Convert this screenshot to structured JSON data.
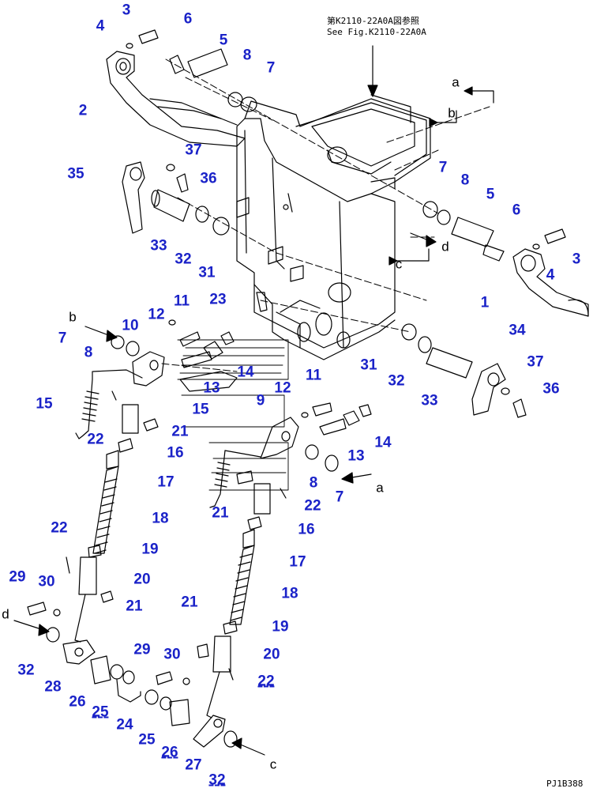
{
  "reference_note": {
    "line1": "第K2110-22A0A図参照",
    "line2": "See Fig.K2110-22A0A"
  },
  "drawing_code": "PJ1B388",
  "callouts": [
    {
      "id": "c1",
      "text": "3"
    },
    {
      "id": "c2",
      "text": "4"
    },
    {
      "id": "c3",
      "text": "6"
    },
    {
      "id": "c4",
      "text": "5"
    },
    {
      "id": "c5",
      "text": "8"
    },
    {
      "id": "c6",
      "text": "7"
    },
    {
      "id": "c7",
      "text": "2"
    },
    {
      "id": "c8",
      "text": "37"
    },
    {
      "id": "c9",
      "text": "35"
    },
    {
      "id": "c10",
      "text": "36"
    },
    {
      "id": "c11",
      "text": "7"
    },
    {
      "id": "c12",
      "text": "8"
    },
    {
      "id": "c13",
      "text": "5"
    },
    {
      "id": "c14",
      "text": "6"
    },
    {
      "id": "c15",
      "text": "3"
    },
    {
      "id": "c16",
      "text": "4"
    },
    {
      "id": "c17",
      "text": "33"
    },
    {
      "id": "c18",
      "text": "32"
    },
    {
      "id": "c19",
      "text": "31"
    },
    {
      "id": "c20",
      "text": "1"
    },
    {
      "id": "c21",
      "text": "23"
    },
    {
      "id": "c22",
      "text": "11"
    },
    {
      "id": "c23",
      "text": "12"
    },
    {
      "id": "c24",
      "text": "10"
    },
    {
      "id": "c25",
      "text": "7"
    },
    {
      "id": "c26",
      "text": "8"
    },
    {
      "id": "c27",
      "text": "34"
    },
    {
      "id": "c28",
      "text": "37"
    },
    {
      "id": "c29",
      "text": "31"
    },
    {
      "id": "c30",
      "text": "14"
    },
    {
      "id": "c31",
      "text": "13"
    },
    {
      "id": "c32",
      "text": "11"
    },
    {
      "id": "c33",
      "text": "32"
    },
    {
      "id": "c34",
      "text": "36"
    },
    {
      "id": "c35",
      "text": "15"
    },
    {
      "id": "c36",
      "text": "22"
    },
    {
      "id": "c37",
      "text": "12"
    },
    {
      "id": "c38",
      "text": "9"
    },
    {
      "id": "c39",
      "text": "33"
    },
    {
      "id": "c40",
      "text": "21"
    },
    {
      "id": "c41",
      "text": "15"
    },
    {
      "id": "c42",
      "text": "14"
    },
    {
      "id": "c43",
      "text": "16"
    },
    {
      "id": "c44",
      "text": "17"
    },
    {
      "id": "c45",
      "text": "13"
    },
    {
      "id": "c46",
      "text": "8"
    },
    {
      "id": "c47",
      "text": "7"
    },
    {
      "id": "c48",
      "text": "21"
    },
    {
      "id": "c49",
      "text": "18"
    },
    {
      "id": "c50",
      "text": "22"
    },
    {
      "id": "c51",
      "text": "16"
    },
    {
      "id": "c52",
      "text": "22"
    },
    {
      "id": "c53",
      "text": "19"
    },
    {
      "id": "c54",
      "text": "17"
    },
    {
      "id": "c55",
      "text": "29"
    },
    {
      "id": "c56",
      "text": "30"
    },
    {
      "id": "c57",
      "text": "20"
    },
    {
      "id": "c58",
      "text": "18"
    },
    {
      "id": "c59",
      "text": "21"
    },
    {
      "id": "c60",
      "text": "21"
    },
    {
      "id": "c61",
      "text": "19"
    },
    {
      "id": "c62",
      "text": "32"
    },
    {
      "id": "c63",
      "text": "29"
    },
    {
      "id": "c64",
      "text": "30"
    },
    {
      "id": "c65",
      "text": "20"
    },
    {
      "id": "c66",
      "text": "28"
    },
    {
      "id": "c67",
      "text": "26"
    },
    {
      "id": "c68",
      "text": "25"
    },
    {
      "id": "c69",
      "text": "22"
    },
    {
      "id": "c70",
      "text": "24"
    },
    {
      "id": "c71",
      "text": "25"
    },
    {
      "id": "c72",
      "text": "26"
    },
    {
      "id": "c73",
      "text": "27"
    },
    {
      "id": "c74",
      "text": "32"
    }
  ],
  "view_letters": [
    {
      "id": "la1",
      "text": "a"
    },
    {
      "id": "lb1",
      "text": "b"
    },
    {
      "id": "ld1",
      "text": "d"
    },
    {
      "id": "lc1",
      "text": "c"
    },
    {
      "id": "lb2",
      "text": "b"
    },
    {
      "id": "la2",
      "text": "a"
    },
    {
      "id": "ld2",
      "text": "d"
    },
    {
      "id": "lc2",
      "text": "c"
    }
  ]
}
